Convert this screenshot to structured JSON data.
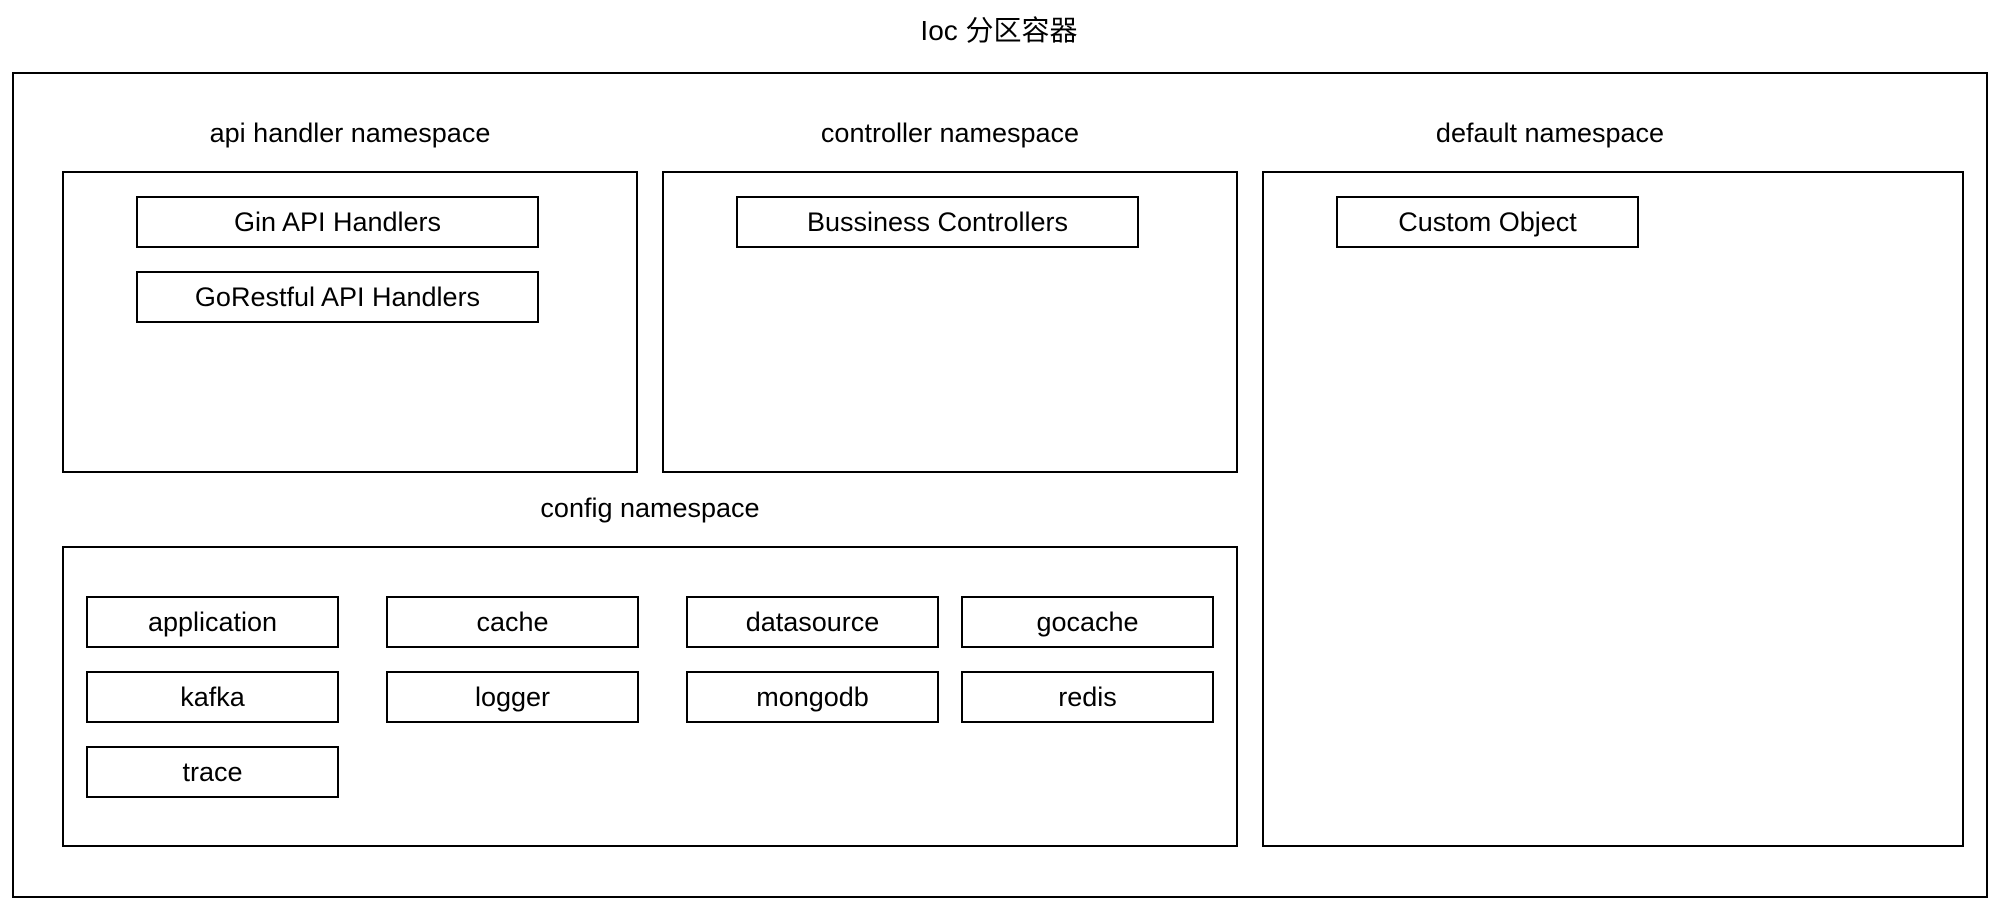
{
  "title": "Ioc 分区容器",
  "namespaces": {
    "api_handler": {
      "label": "api handler namespace",
      "items": [
        "Gin API Handlers",
        "GoRestful API Handlers"
      ]
    },
    "controller": {
      "label": "controller namespace",
      "items": [
        "Bussiness Controllers"
      ]
    },
    "default": {
      "label": "default namespace",
      "items": [
        "Custom Object"
      ]
    },
    "config": {
      "label": "config namespace",
      "items": [
        "application",
        "cache",
        "datasource",
        "gocache",
        "kafka",
        "logger",
        "mongodb",
        "redis",
        "trace"
      ]
    }
  }
}
